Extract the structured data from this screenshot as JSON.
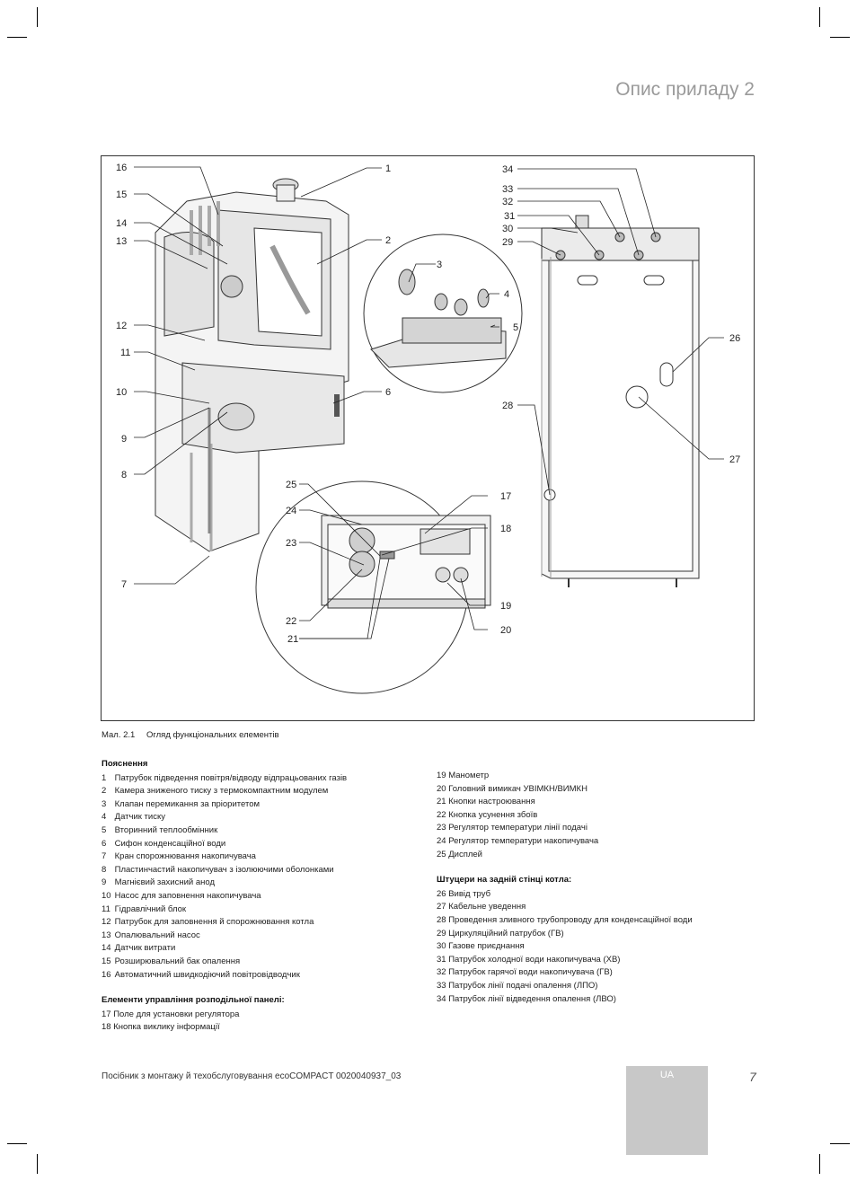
{
  "header": {
    "title": "Опис приладу 2"
  },
  "figure": {
    "callouts": {
      "c1": "1",
      "c2": "2",
      "c3": "3",
      "c4": "4",
      "c5": "5",
      "c6": "6",
      "c7": "7",
      "c8": "8",
      "c9": "9",
      "c10": "10",
      "c11": "11",
      "c12": "12",
      "c13": "13",
      "c14": "14",
      "c15": "15",
      "c16": "16",
      "c17": "17",
      "c18": "18",
      "c19": "19",
      "c20": "20",
      "c21": "21",
      "c22": "22",
      "c23": "23",
      "c24": "24",
      "c25": "25",
      "c26": "26",
      "c27": "27",
      "c28": "28",
      "c29": "29",
      "c30": "30",
      "c31": "31",
      "c32": "32",
      "c33": "33",
      "c34": "34"
    }
  },
  "caption": {
    "number": "Мал. 2.1",
    "text": "Огляд функціональних елементів"
  },
  "legend_col1": {
    "heading": "Пояснення",
    "items": [
      {
        "n": "1",
        "t": "Патрубок підведення повітря/відводу відпрацьованих газів"
      },
      {
        "n": "2",
        "t": "Камера зниженого тиску з термокомпактним модулем"
      },
      {
        "n": "3",
        "t": "Клапан перемикання за пріоритетом"
      },
      {
        "n": "4",
        "t": "Датчик тиску"
      },
      {
        "n": "5",
        "t": "Вторинний теплообмінник"
      },
      {
        "n": "6",
        "t": "Сифон конденсаційної води"
      },
      {
        "n": "7",
        "t": "Кран спорожнювання накопичувача"
      },
      {
        "n": "8",
        "t": "Пластинчастий накопичувач з ізолюючими оболонками"
      },
      {
        "n": "9",
        "t": "Магнієвий захисний анод"
      },
      {
        "n": "10",
        "t": "Насос для заповнення накопичувача"
      },
      {
        "n": "11",
        "t": "Гідравлічний блок"
      },
      {
        "n": "12",
        "t": "Патрубок для заповнення й спорожнювання котла"
      },
      {
        "n": "13",
        "t": "Опалювальний насос"
      },
      {
        "n": "14",
        "t": "Датчик витрати"
      },
      {
        "n": "15",
        "t": "Розширювальний бак опалення"
      },
      {
        "n": "16",
        "t": "Автоматичний швидкодіючий повітровідводчик"
      }
    ],
    "heading2": "Елементи управління розподільної панелі:",
    "items2": [
      {
        "n": "17",
        "t": "Поле для установки регулятора"
      },
      {
        "n": "18",
        "t": "Кнопка виклику інформації"
      }
    ]
  },
  "legend_col2": {
    "items": [
      {
        "n": "19",
        "t": "Манометр"
      },
      {
        "n": "20",
        "t": "Головний вимикач УВІМКН/ВИМКН"
      },
      {
        "n": "21",
        "t": "Кнопки настроювання"
      },
      {
        "n": "22",
        "t": "Кнопка усунення збоїв"
      },
      {
        "n": "23",
        "t": "Регулятор температури лінії подачі"
      },
      {
        "n": "24",
        "t": "Регулятор температури накопичувача"
      },
      {
        "n": "25",
        "t": "Дисплей"
      }
    ],
    "heading2": "Штуцери на задній стінці котла:",
    "items2": [
      {
        "n": "26",
        "t": "Вивід труб"
      },
      {
        "n": "27",
        "t": "Кабельне уведення"
      },
      {
        "n": "28",
        "t": "Проведення зливного трубопроводу для конденсаційної води"
      },
      {
        "n": "29",
        "t": "Циркуляційний патрубок (ГВ)"
      },
      {
        "n": "30",
        "t": "Газове приєднання"
      },
      {
        "n": "31",
        "t": "Патрубок холодної води накопичувача (ХВ)"
      },
      {
        "n": "32",
        "t": "Патрубок гарячої води накопичувача (ГВ)"
      },
      {
        "n": "33",
        "t": "Патрубок лінії подачі опалення (ЛПО)"
      },
      {
        "n": "34",
        "t": "Патрубок лінії відведення опалення (ЛВО)"
      }
    ]
  },
  "footer": {
    "text": "Посібник з монтажу й техобслуговування ecoCOMPACT 0020040937_03",
    "lang": "UA",
    "page": "7"
  }
}
